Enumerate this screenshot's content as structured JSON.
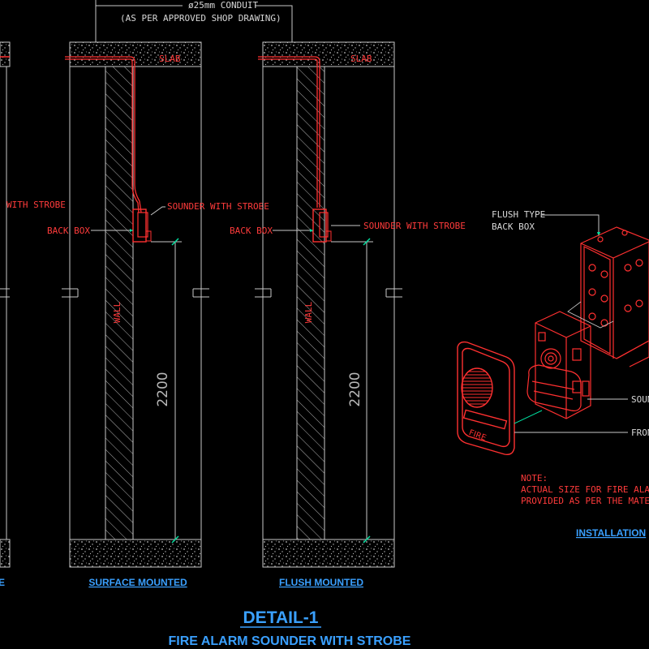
{
  "drawing": {
    "conduit_label": "ø25mm CONDUIT",
    "conduit_note": "(AS PER APPROVED SHOP DRAWING)",
    "slab_label": "SLAB",
    "wall_label": "WALL",
    "sounder_label": "SOUNDER WITH STROBE",
    "partial_sounder_label": "WITH STROBE",
    "back_box_label": "BACK BOX",
    "dimension_value": "2200",
    "surface_title": "SURFACE MOUNTED",
    "flush_title": "FLUSH MOUNTED",
    "left_partial_title": "E",
    "installation": {
      "flush_box_line1": "FLUSH TYPE",
      "flush_box_line2": "BACK BOX",
      "sounder_partial": "SOUN",
      "front_partial": "FRON",
      "fire_text": "FIRE",
      "note_title": "NOTE:",
      "note_line1": "ACTUAL SIZE FOR FIRE ALARM",
      "note_line2": "PROVIDED AS PER THE MATERI",
      "title": "INSTALLATION"
    },
    "detail_title": "DETAIL-1",
    "detail_subtitle": "FIRE ALARM  SOUNDER WITH STROBE"
  }
}
